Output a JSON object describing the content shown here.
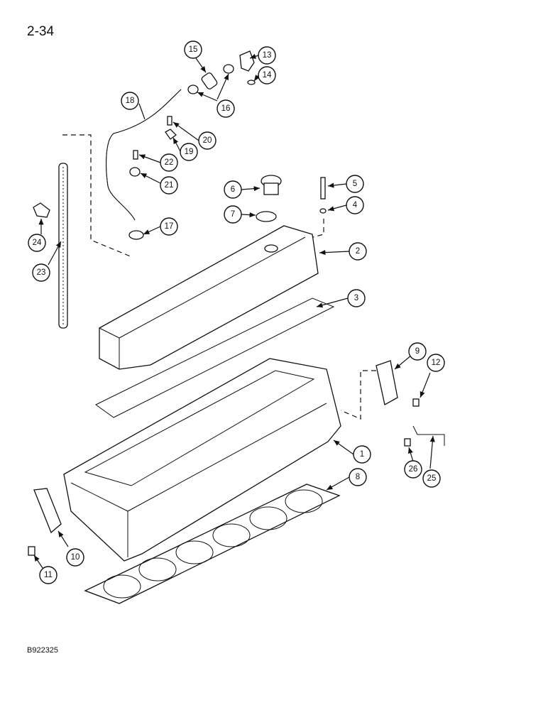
{
  "page_number": "2-34",
  "figure_id": "B922325",
  "callouts": {
    "c1": "1",
    "c2": "2",
    "c3": "3",
    "c4": "4",
    "c5": "5",
    "c6": "6",
    "c7": "7",
    "c8": "8",
    "c9": "9",
    "c10": "10",
    "c11": "11",
    "c12": "12",
    "c13": "13",
    "c14": "14",
    "c15": "15",
    "c16": "16",
    "c17": "17",
    "c18": "18",
    "c19": "19",
    "c20": "20",
    "c21": "21",
    "c22": "22",
    "c23": "23",
    "c24": "24",
    "c25": "25",
    "c26": "26"
  }
}
